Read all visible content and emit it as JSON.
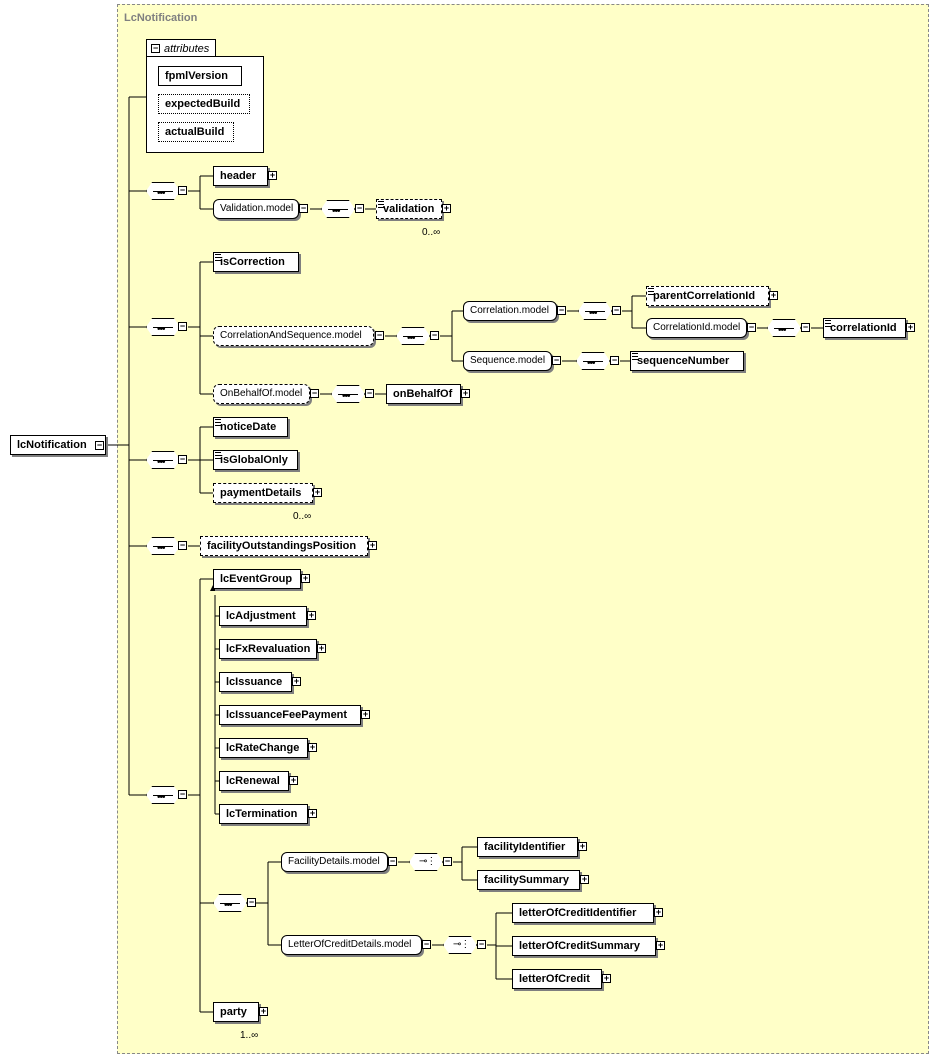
{
  "diagram": {
    "title": "LcNotification",
    "root": "lcNotification",
    "attributes_label": "attributes",
    "attributes": [
      "fpmlVersion",
      "expectedBuild",
      "actualBuild"
    ],
    "nodes": {
      "header": "header",
      "validation_model": "Validation.model",
      "validation": "validation",
      "validation_occ": "0..∞",
      "isCorrection": "isCorrection",
      "correlation_and_sequence_model": "CorrelationAndSequence.model",
      "correlation_model": "Correlation.model",
      "parentCorrelationId": "parentCorrelationId",
      "correlationId_model": "CorrelationId.model",
      "correlationId": "correlationId",
      "sequence_model": "Sequence.model",
      "sequenceNumber": "sequenceNumber",
      "onBehalfOf_model": "OnBehalfOf.model",
      "onBehalfOf": "onBehalfOf",
      "noticeDate": "noticeDate",
      "isGlobalOnly": "isGlobalOnly",
      "paymentDetails": "paymentDetails",
      "paymentDetails_occ": "0..∞",
      "facilityOutstandingsPosition": "facilityOutstandingsPosition",
      "lcEventGroup": "lcEventGroup",
      "lcAdjustment": "lcAdjustment",
      "lcFxRevaluation": "lcFxRevaluation",
      "lcIssuance": "lcIssuance",
      "lcIssuanceFeePayment": "lcIssuanceFeePayment",
      "lcRateChange": "lcRateChange",
      "lcRenewal": "lcRenewal",
      "lcTermination": "lcTermination",
      "facilityDetails_model": "FacilityDetails.model",
      "facilityIdentifier": "facilityIdentifier",
      "facilitySummary": "facilitySummary",
      "letterOfCreditDetails_model": "LetterOfCreditDetails.model",
      "letterOfCreditIdentifier": "letterOfCreditIdentifier",
      "letterOfCreditSummary": "letterOfCreditSummary",
      "letterOfCredit": "letterOfCredit",
      "party": "party",
      "party_occ": "1..∞"
    }
  }
}
